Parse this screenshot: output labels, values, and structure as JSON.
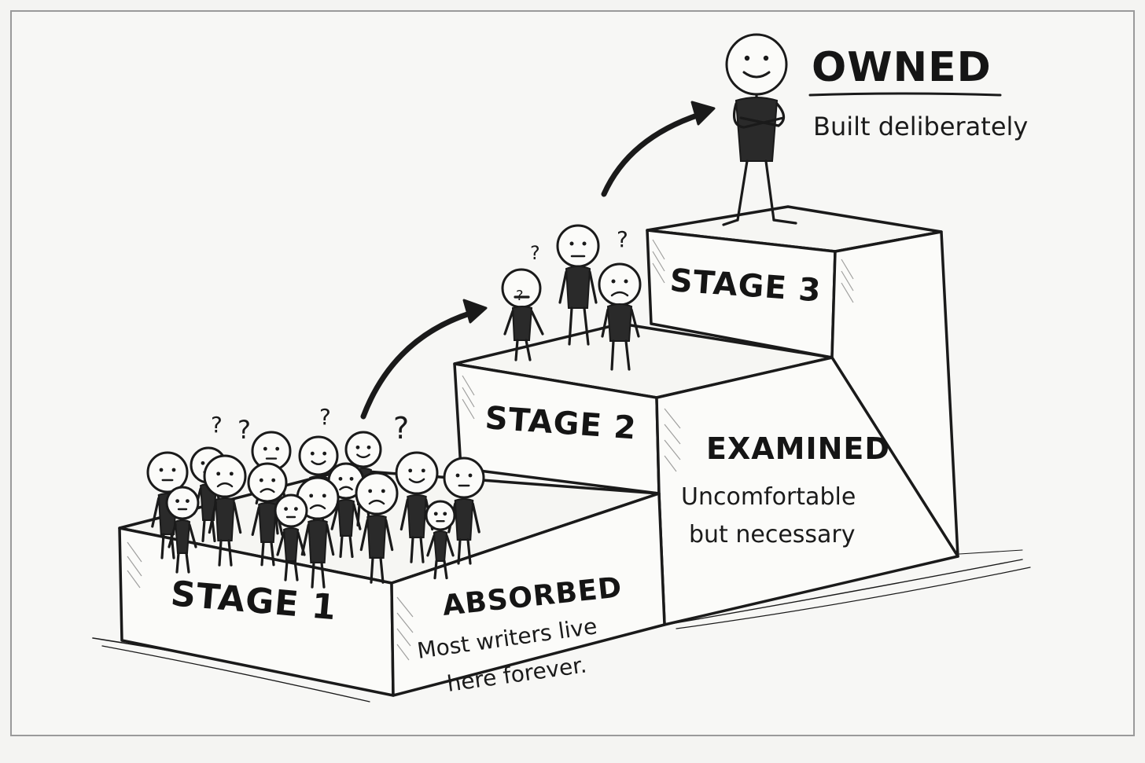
{
  "stages": [
    {
      "id": "stage-1",
      "label": "STAGE 1",
      "title": "ABSORBED",
      "caption_lines": [
        "Most writers live",
        "here forever."
      ]
    },
    {
      "id": "stage-2",
      "label": "STAGE 2",
      "title": "EXAMINED",
      "caption_lines": [
        "Uncomfortable",
        "but necessary"
      ]
    },
    {
      "id": "stage-3",
      "label": "STAGE 3",
      "title": "OWNED",
      "caption_lines": [
        "Built deliberately"
      ]
    }
  ],
  "figures": {
    "stage1_crowd_count": 15,
    "stage2_group_count": 3,
    "stage3_figure_count": 1
  },
  "marks": {
    "question_mark": "?"
  }
}
